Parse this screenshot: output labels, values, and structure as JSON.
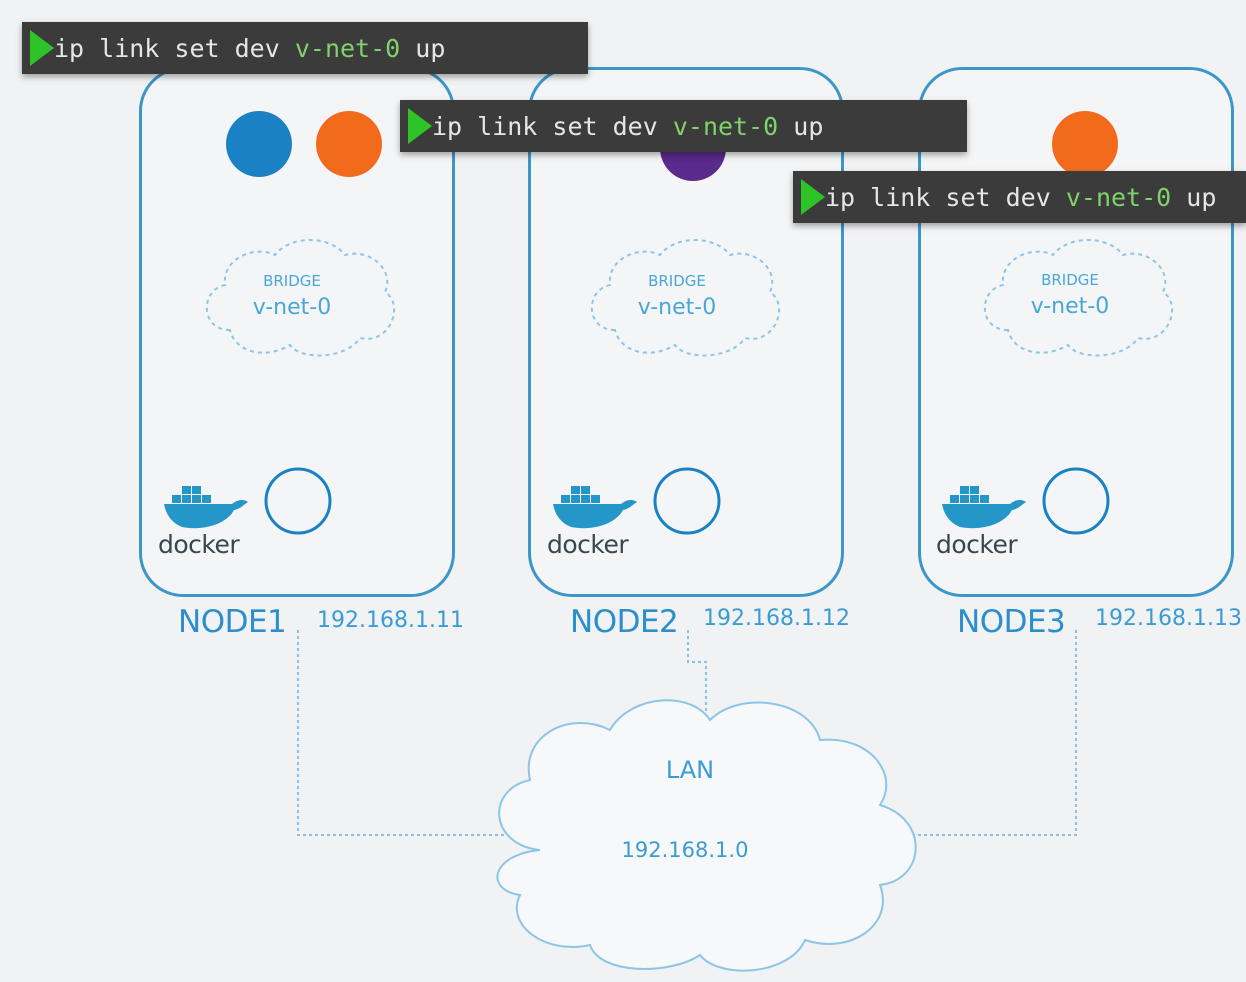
{
  "colors": {
    "node_border": "#3c97c9",
    "label_blue": "#2c8fcb",
    "container_blue": "#1a82c4",
    "container_orange": "#f26b1d",
    "container_purple": "#5a2a8c",
    "docker_blue": "#2496c8",
    "terminal_bg": "#3b3b3b",
    "prompt_green": "#2ec427",
    "arg_green": "#7fd36a"
  },
  "nodes": [
    {
      "name": "NODE1",
      "ip": "192.168.1.11",
      "bridge_title": "BRIDGE",
      "bridge_name": "v-net-0",
      "docker_label": "docker",
      "containers": [
        "blue",
        "orange"
      ]
    },
    {
      "name": "NODE2",
      "ip": "192.168.1.12",
      "bridge_title": "BRIDGE",
      "bridge_name": "v-net-0",
      "docker_label": "docker",
      "containers": [
        "purple"
      ]
    },
    {
      "name": "NODE3",
      "ip": "192.168.1.13",
      "bridge_title": "BRIDGE",
      "bridge_name": "v-net-0",
      "docker_label": "docker",
      "containers": [
        "orange"
      ]
    }
  ],
  "lan": {
    "title": "LAN",
    "subnet": "192.168.1.0"
  },
  "terminals": [
    {
      "cmd": "ip link set dev",
      "arg": "v-net-0",
      "tail": "up"
    },
    {
      "cmd": "ip link set dev",
      "arg": "v-net-0",
      "tail": "up"
    },
    {
      "cmd": "ip link set dev",
      "arg": "v-net-0",
      "tail": "up"
    }
  ],
  "icons": [
    "terminal-prompt-icon",
    "docker-whale-icon",
    "cloud-icon"
  ]
}
